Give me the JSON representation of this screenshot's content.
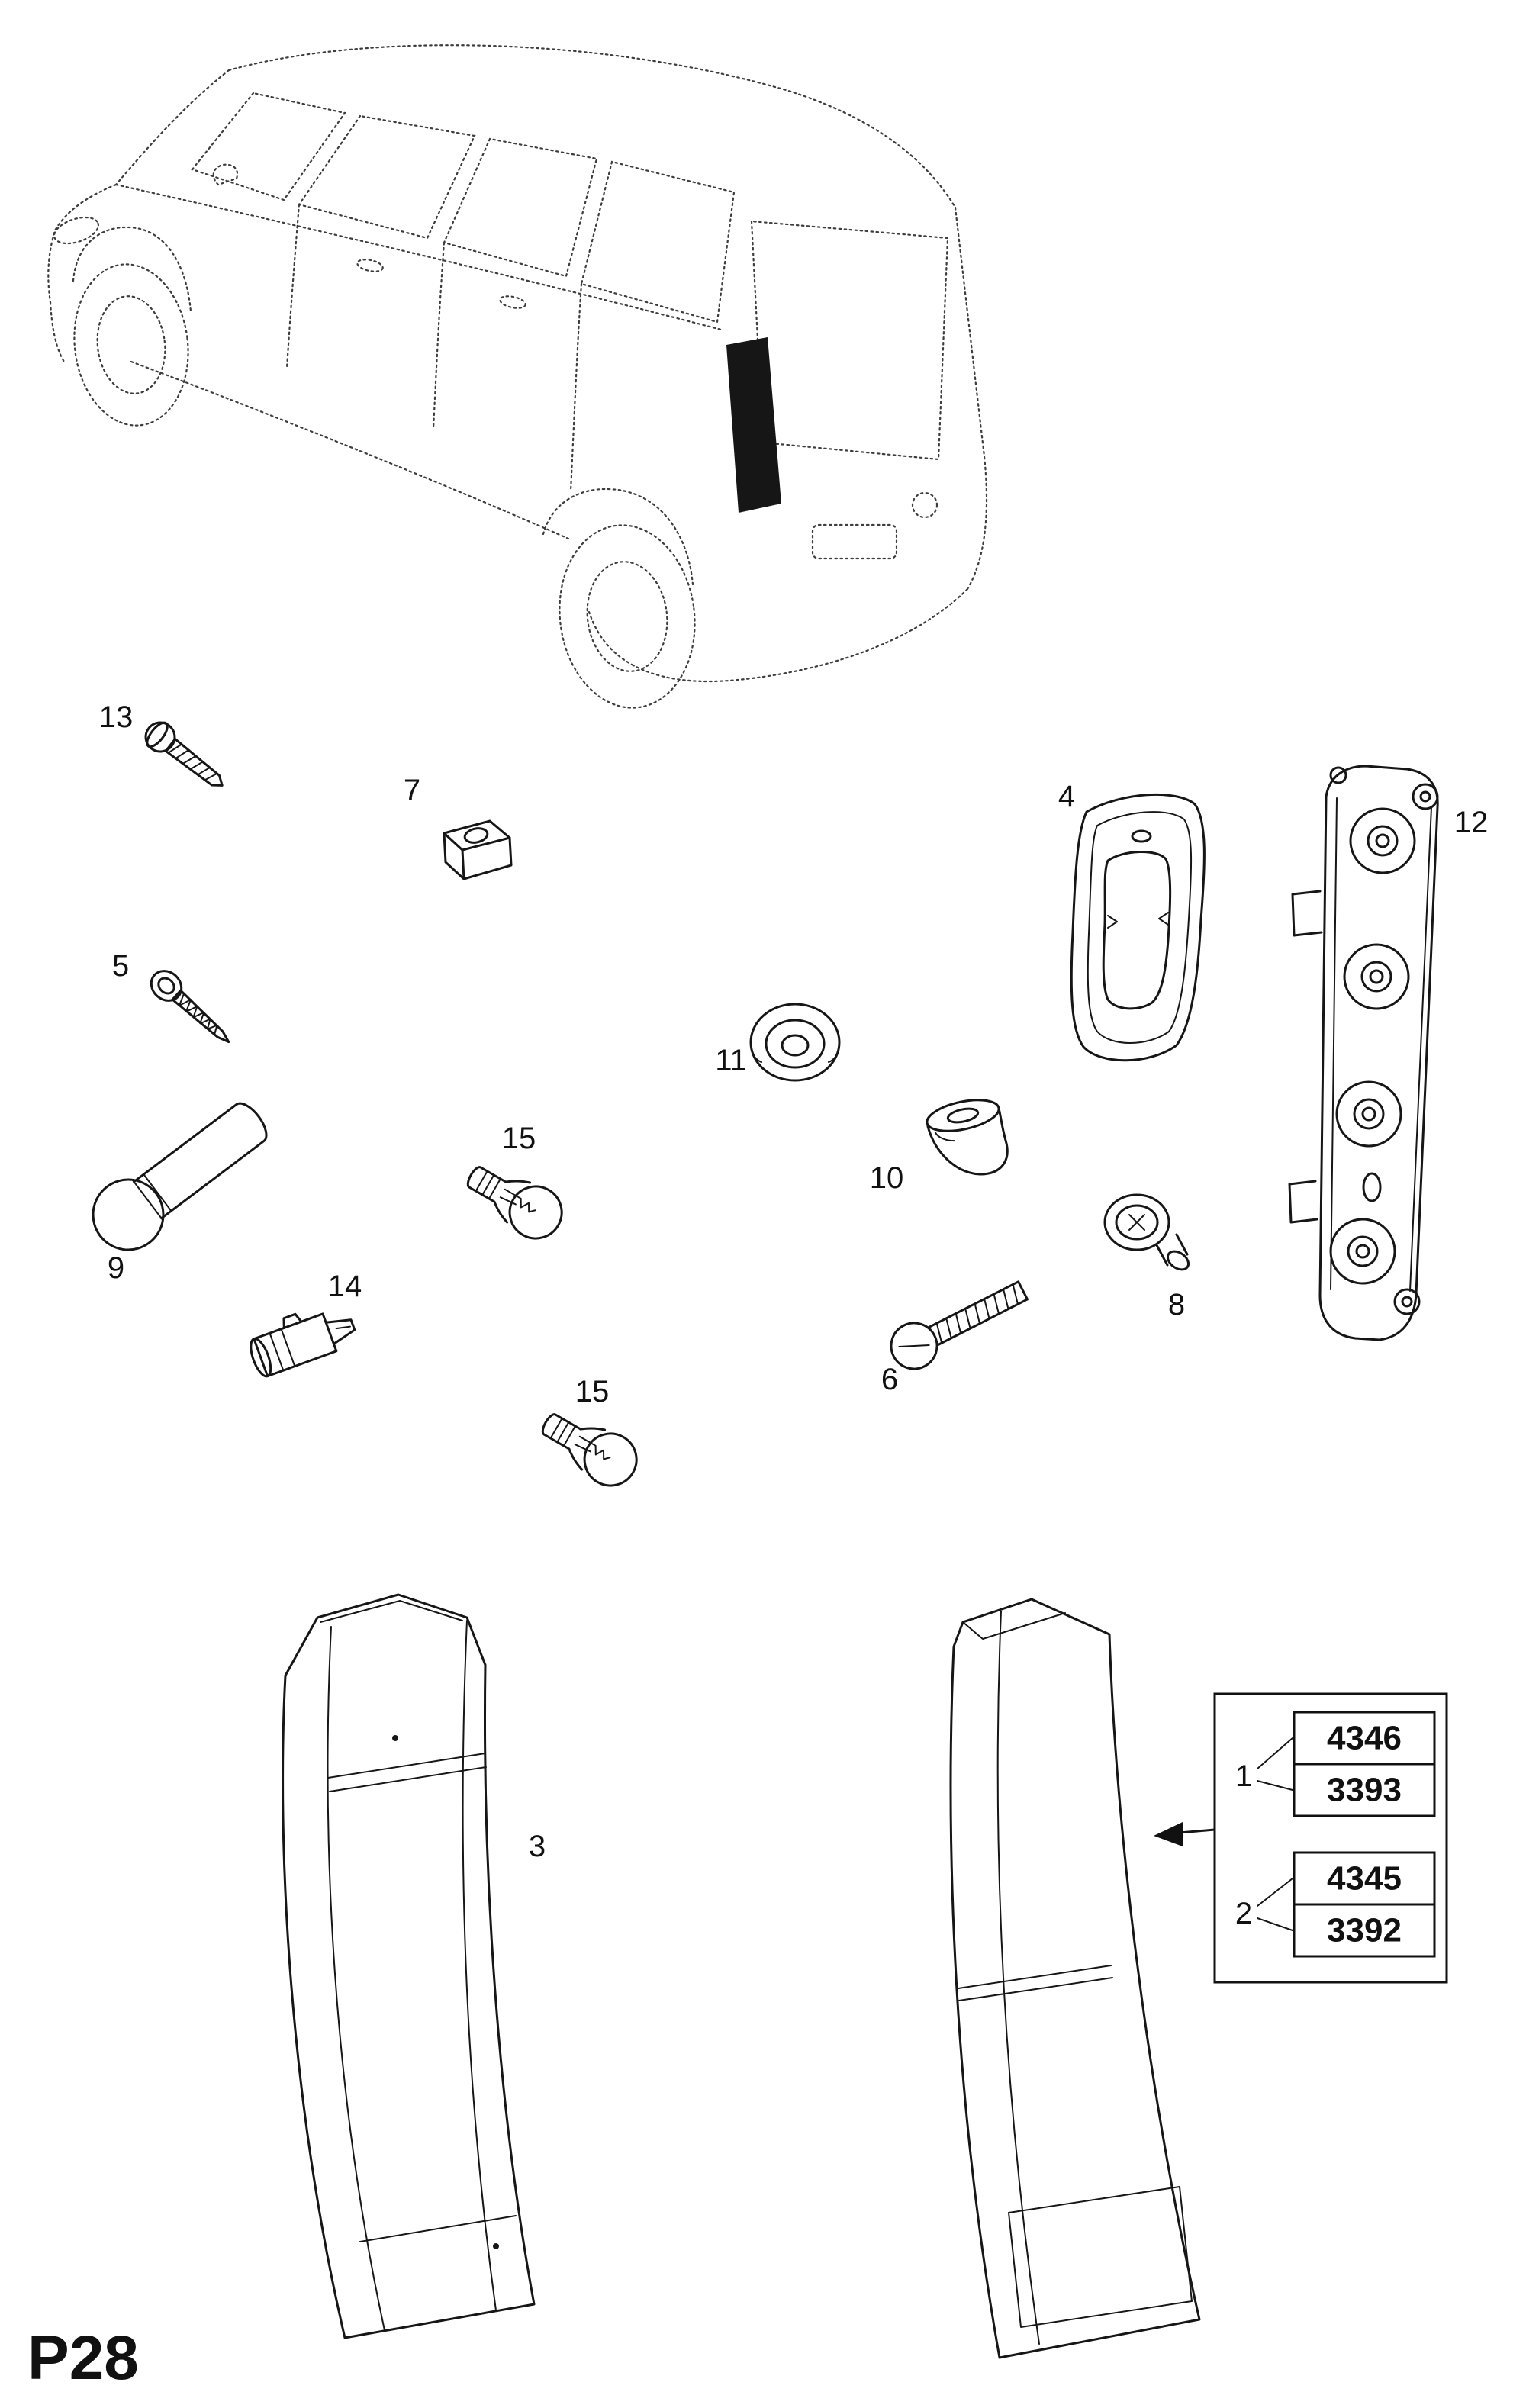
{
  "page": {
    "code": "P28"
  },
  "callouts": {
    "c3": "3",
    "c4": "4",
    "c5": "5",
    "c6": "6",
    "c7": "7",
    "c8": "8",
    "c9": "9",
    "c10": "10",
    "c11": "11",
    "c12": "12",
    "c13": "13",
    "c14": "14",
    "c15a": "15",
    "c15b": "15"
  },
  "ref_table": {
    "ref1": {
      "label": "1",
      "codes": [
        "4346",
        "3393"
      ]
    },
    "ref2": {
      "label": "2",
      "codes": [
        "4345",
        "3392"
      ]
    }
  },
  "colors": {
    "line": "#161616",
    "background": "#ffffff"
  }
}
